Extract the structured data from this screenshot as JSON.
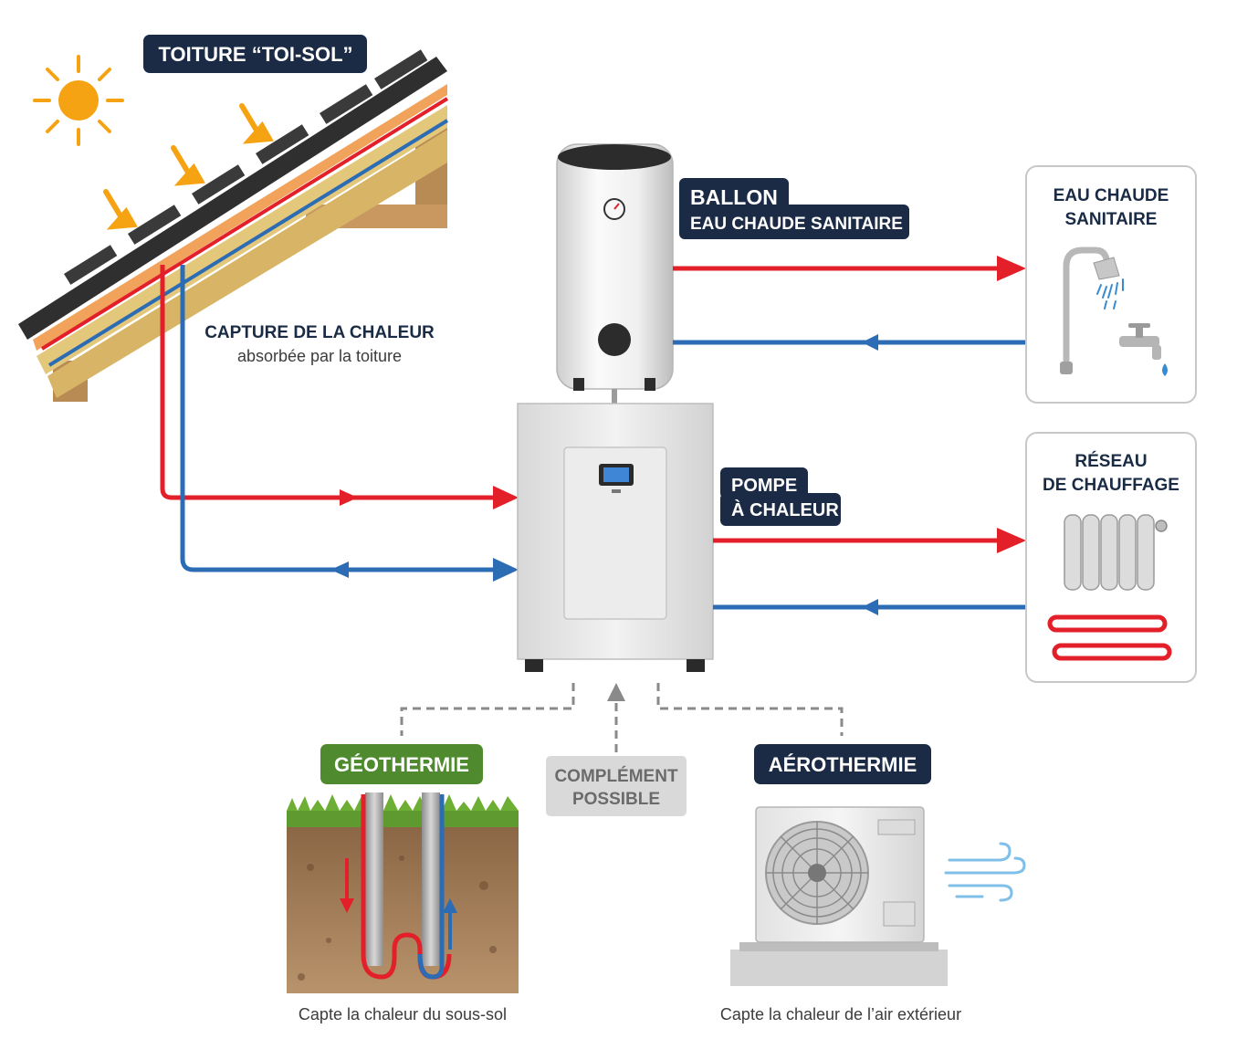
{
  "labels": {
    "roof": "TOITURE “TOI-SOL”",
    "capture_title": "CAPTURE DE LA CHALEUR",
    "capture_sub": "absorbée par la toiture",
    "tank_line1": "BALLON",
    "tank_line2": "EAU CHAUDE SANITAIRE",
    "pump_line1": "POMPE",
    "pump_line2": "À CHALEUR",
    "dhw_line1": "EAU CHAUDE",
    "dhw_line2": "SANITAIRE",
    "network_line1": "RÉSEAU",
    "network_line2": "DE CHAUFFAGE",
    "geo": "GÉOTHERMIE",
    "complement_line1": "COMPLÉMENT",
    "complement_line2": "POSSIBLE",
    "aero": "AÉROTHERMIE",
    "geo_caption": "Capte la chaleur du sous-sol",
    "aero_caption": "Capte la chaleur de l’air extérieur"
  },
  "icons": {
    "sun": "sun-icon",
    "shower": "shower-icon",
    "faucet": "faucet-icon",
    "radiator": "radiator-icon",
    "floor_heating": "floor-heating-icon",
    "wind": "wind-icon"
  },
  "colors": {
    "navy": "#1b2b45",
    "hot": "#e3202a",
    "cold": "#2b6cb5",
    "green": "#4f8a2e",
    "grey_label": "#d9d9d9",
    "sun": "#f6a313"
  }
}
